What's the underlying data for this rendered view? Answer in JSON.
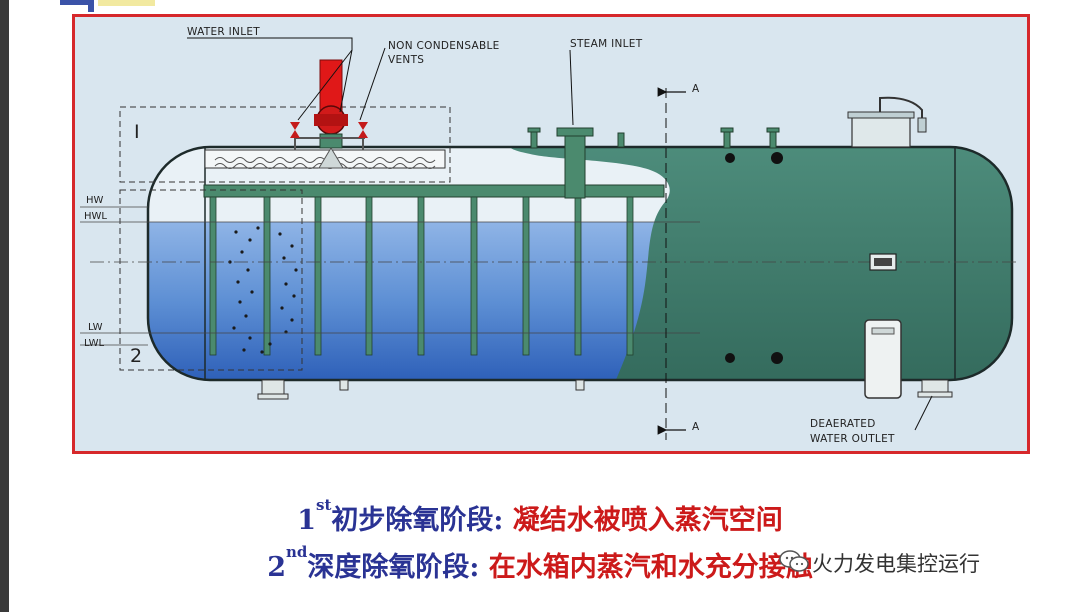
{
  "labels": {
    "water_inlet": "WATER INLET",
    "non_condensable_1": "NON CONDENSABLE",
    "non_condensable_2": "VENTS",
    "steam_inlet": "STEAM INLET",
    "section_a_top": "A",
    "section_a_bottom": "A",
    "deaerated_1": "DEAERATED",
    "deaerated_2": "WATER OUTLET",
    "hw": "HW",
    "hwl": "HWL",
    "lw": "LW",
    "lwl": "LWL",
    "zone_1": "I",
    "zone_2": "2"
  },
  "caption": {
    "line1": {
      "num": "1",
      "sup": "st",
      "stage": "初步除氧阶段:",
      "desc": "凝结水被喷入蒸汽空间"
    },
    "line2": {
      "num": "2",
      "sup": "nd",
      "stage": "深度除氧阶段:",
      "desc": "在水箱内蒸汽和水充分接触"
    }
  },
  "watermark": "火力发电集控运行",
  "colors": {
    "frame": "#d6282b",
    "shell": "#3f7a6b",
    "water": "#5d8fd4",
    "title_blue": "#2a3394",
    "text_red": "#cc1a1a"
  }
}
